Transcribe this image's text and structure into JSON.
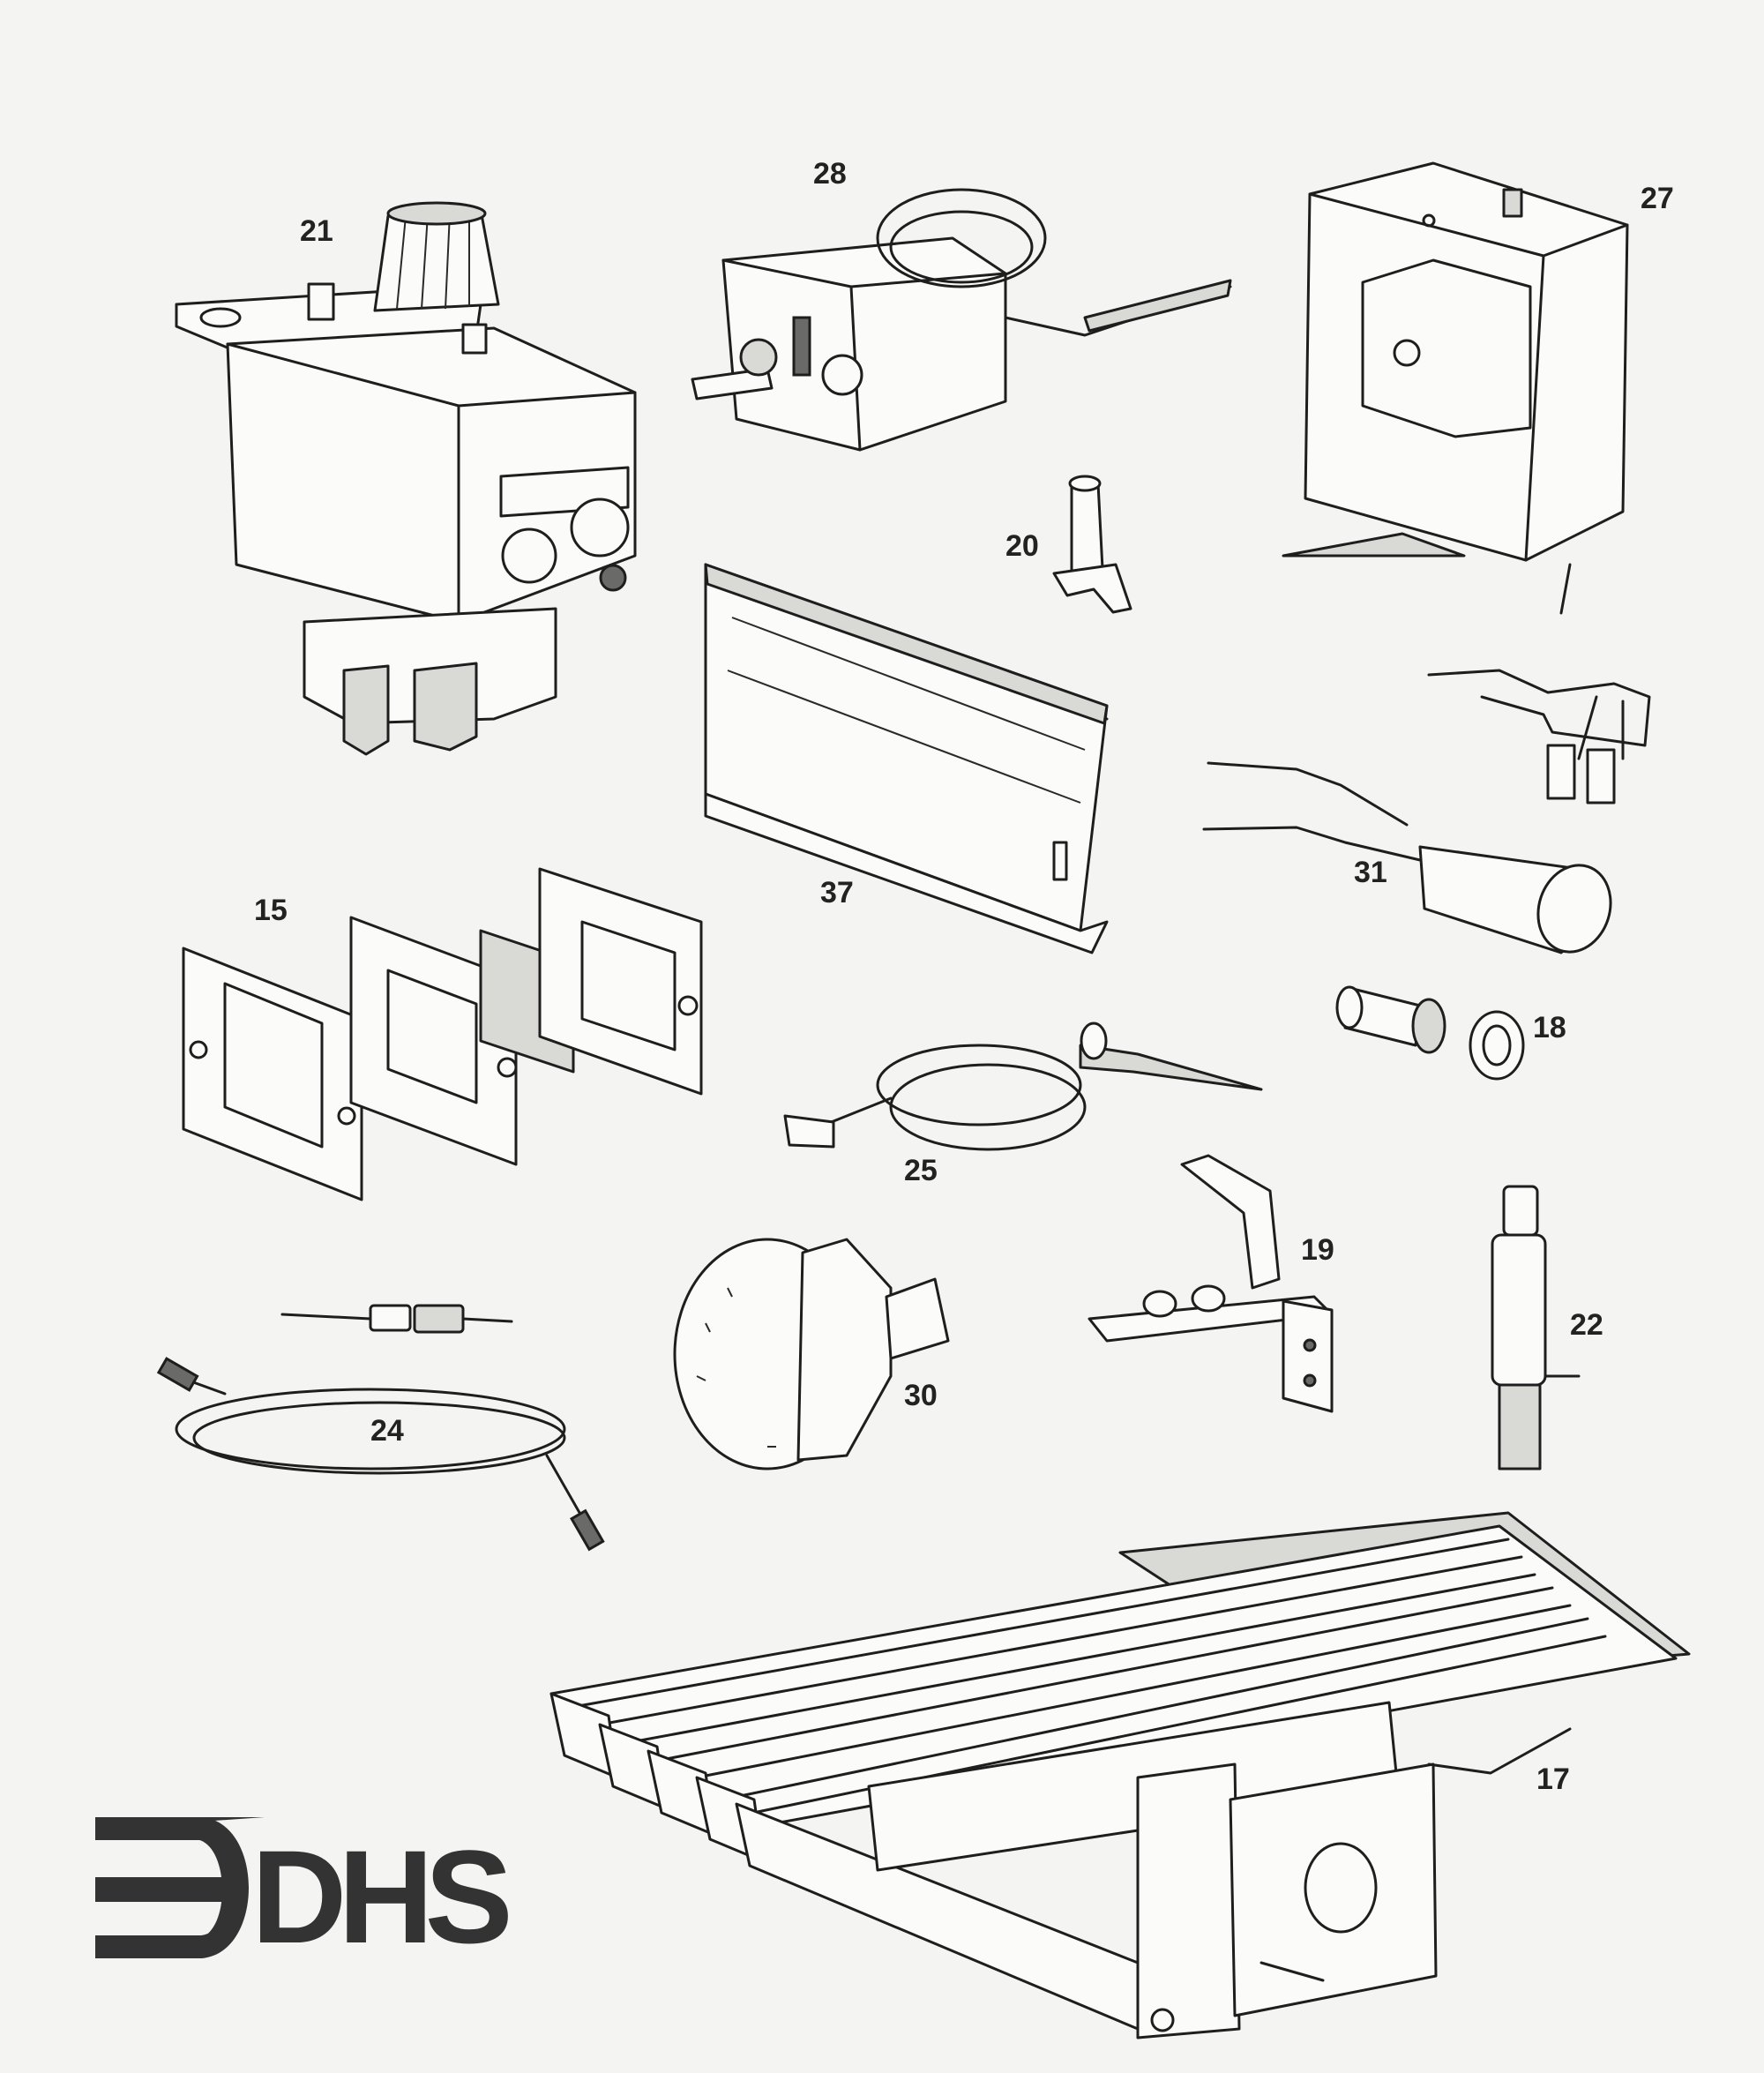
{
  "brand": {
    "logo_text": "DHS",
    "color": "#333333"
  },
  "parts": [
    {
      "label": "21",
      "name": "gas-valve"
    },
    {
      "label": "28",
      "name": "thermostat-control"
    },
    {
      "label": "27",
      "name": "control-box"
    },
    {
      "label": "20",
      "name": "pilot-hood"
    },
    {
      "label": "37",
      "name": "radiant-panel"
    },
    {
      "label": "31",
      "name": "capacitor"
    },
    {
      "label": "15",
      "name": "window-gasket-set"
    },
    {
      "label": "18",
      "name": "injector-and-washer"
    },
    {
      "label": "25",
      "name": "thermocouple"
    },
    {
      "label": "19",
      "name": "pilot-bracket"
    },
    {
      "label": "22",
      "name": "piezo-igniter"
    },
    {
      "label": "24",
      "name": "ignition-lead"
    },
    {
      "label": "30",
      "name": "control-knob"
    },
    {
      "label": "17",
      "name": "burner-assembly"
    }
  ]
}
